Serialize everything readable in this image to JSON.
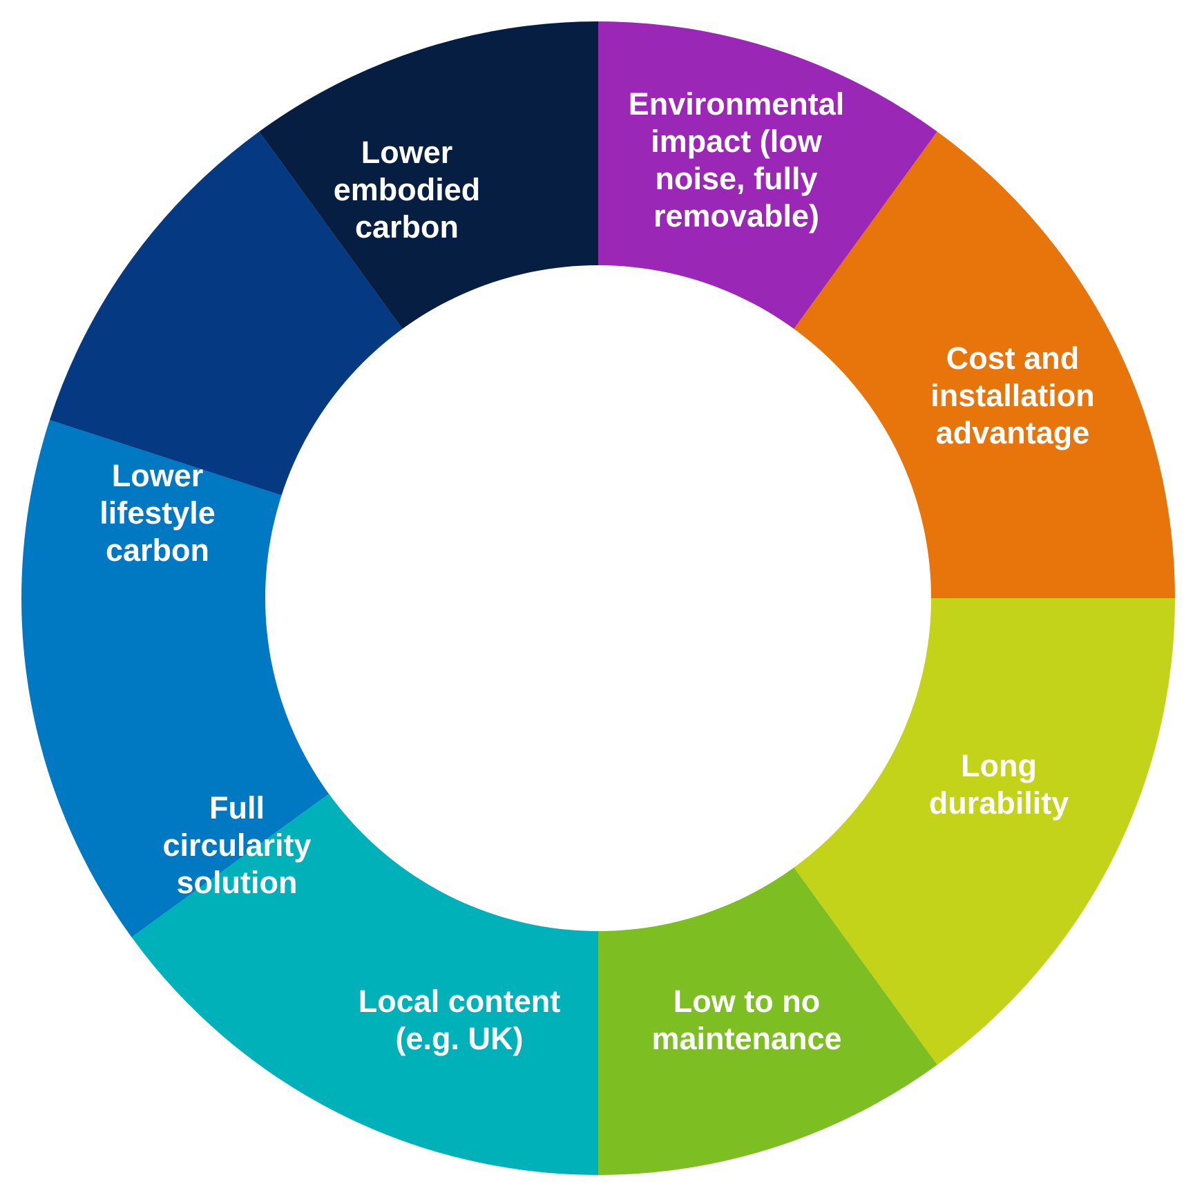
{
  "segments": [
    {
      "label_lines": [
        "Environmental",
        "impact (low",
        "noise, fully",
        "removable)"
      ],
      "color": "#9B27B6"
    },
    {
      "label_lines": [
        "Cost and",
        "installation",
        "advantage"
      ],
      "color": "#E8740C"
    },
    {
      "label_lines": [
        "Long",
        "durability"
      ],
      "color": "#C2D31A"
    },
    {
      "label_lines": [
        "Low to no",
        "maintenance"
      ],
      "color": "#7DBE22"
    },
    {
      "label_lines": [
        "Local content",
        "(e.g. UK)"
      ],
      "color": "#00B1B9"
    },
    {
      "label_lines": [
        "Full",
        "circularity",
        "solution"
      ],
      "color": "#0079C2"
    },
    {
      "label_lines": [
        "Lower",
        "lifestyle",
        "carbon"
      ],
      "color": "#053A82"
    },
    {
      "label_lines": [
        "Lower",
        "embodied",
        "carbon"
      ],
      "color": "#071E43"
    }
  ]
}
